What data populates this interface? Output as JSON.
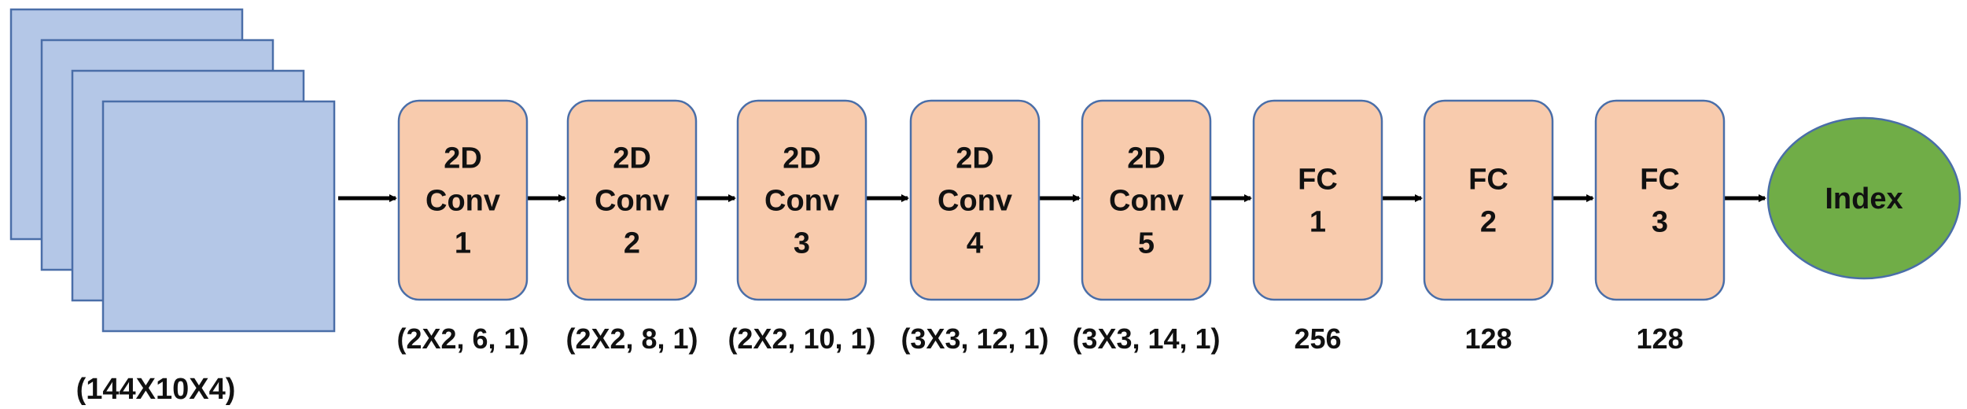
{
  "colors": {
    "input_fill": "#b4c7e7",
    "input_stroke": "#4a6ea8",
    "block_fill": "#f8cbad",
    "block_stroke": "#4a6ea8",
    "output_fill": "#70ad47",
    "output_stroke": "#4a6ea8",
    "arrow": "#000000"
  },
  "input": {
    "caption": "(144X10X4)",
    "layer_count": 4
  },
  "blocks": [
    {
      "lines": [
        "2D",
        "Conv",
        "1"
      ],
      "caption": "(2X2, 6, 1)"
    },
    {
      "lines": [
        "2D",
        "Conv",
        "2"
      ],
      "caption": "(2X2, 8, 1)"
    },
    {
      "lines": [
        "2D",
        "Conv",
        "3"
      ],
      "caption": "(2X2, 10, 1)"
    },
    {
      "lines": [
        "2D",
        "Conv",
        "4"
      ],
      "caption": "(3X3, 12, 1)"
    },
    {
      "lines": [
        "2D",
        "Conv",
        "5"
      ],
      "caption": "(3X3, 14, 1)"
    },
    {
      "lines": [
        "FC",
        "1"
      ],
      "caption": "256"
    },
    {
      "lines": [
        "FC",
        "2"
      ],
      "caption": "128"
    },
    {
      "lines": [
        "FC",
        "3"
      ],
      "caption": "128"
    }
  ],
  "output": {
    "label": "Index"
  }
}
